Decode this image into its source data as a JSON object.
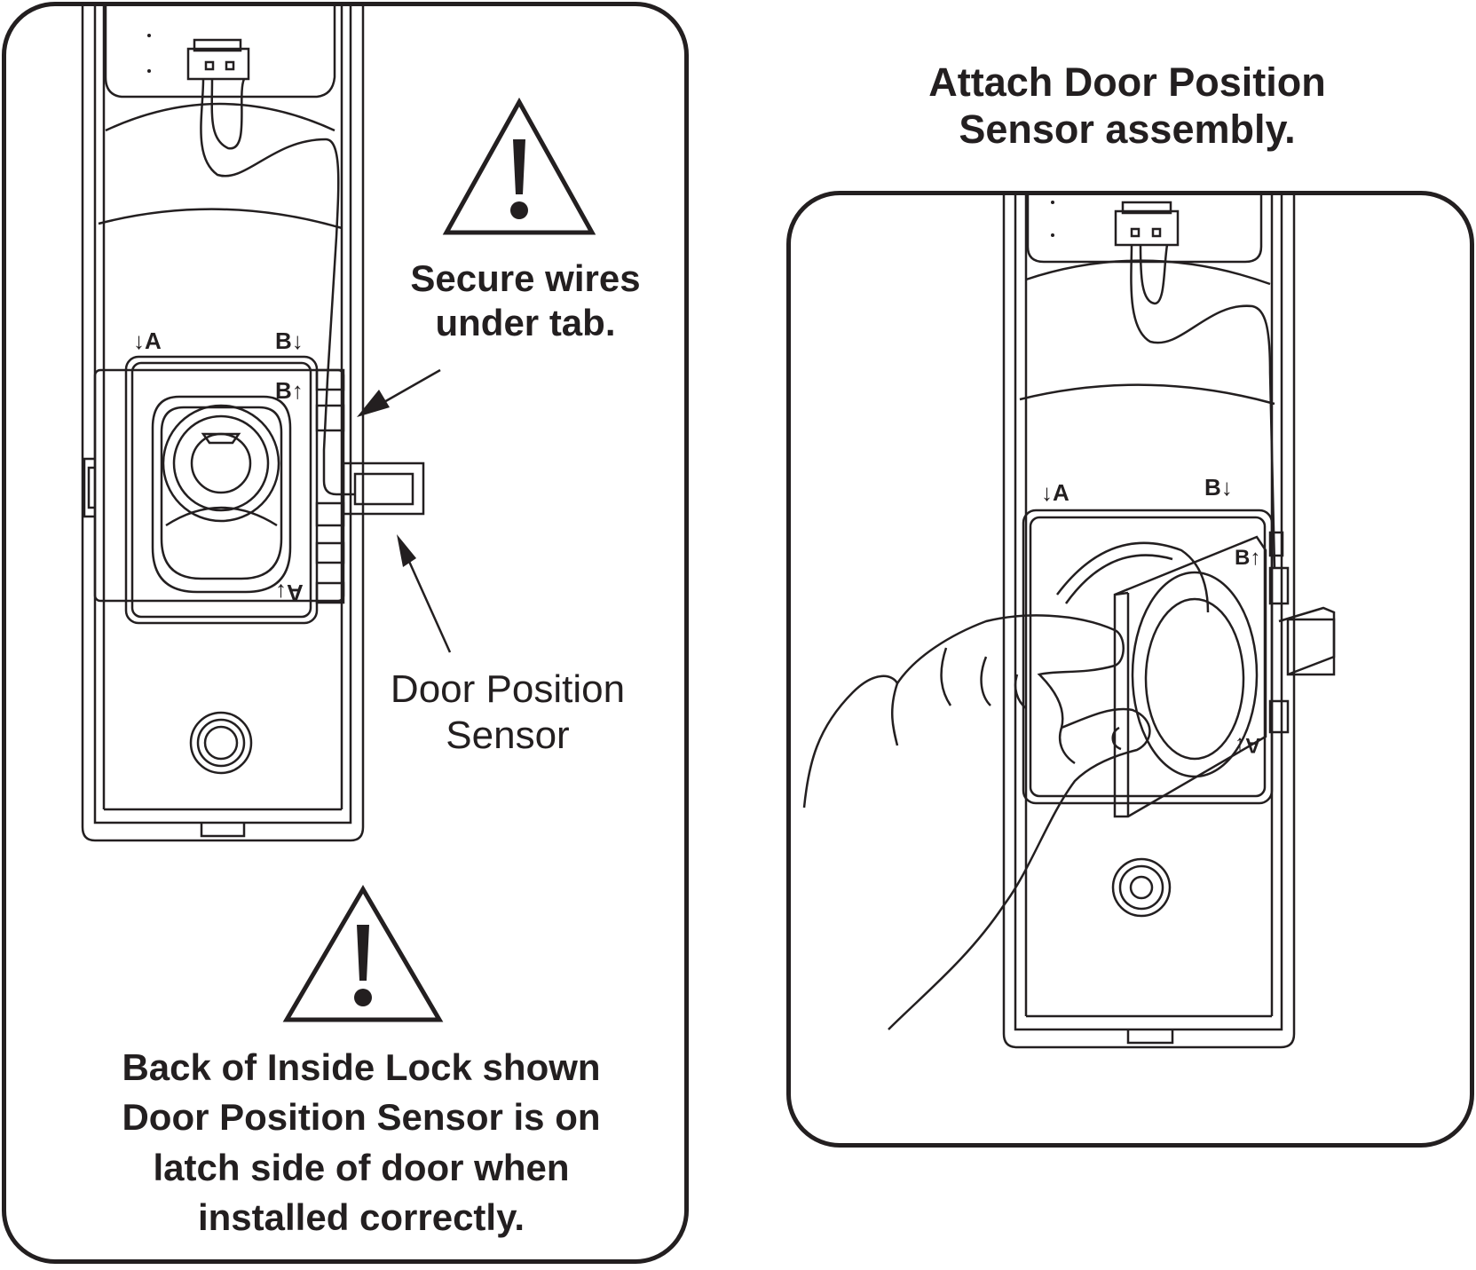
{
  "left_panel": {
    "warning_top": {
      "line1": "Secure wires",
      "line2": "under tab."
    },
    "callout_label": {
      "line1": "Door Position",
      "line2": "Sensor"
    },
    "warning_bottom": {
      "line1": "Back of Inside Lock shown",
      "line2": "Door Position Sensor is on",
      "line3": "latch side of door when",
      "line4": "installed correctly."
    },
    "plate_marks": {
      "top_left": "↓A",
      "top_right": "B↓",
      "inner_top": "B↑",
      "inner_bottom": "A↓"
    }
  },
  "right_panel": {
    "title": {
      "line1": "Attach Door Position",
      "line2": "Sensor assembly."
    },
    "plate_marks": {
      "top_left": "↓A",
      "top_right": "B↓",
      "inner_top": "B↑",
      "inner_bottom": "A↓"
    }
  },
  "icons": [
    "warning-triangle-icon",
    "hand-icon",
    "arrow-icon"
  ],
  "colors": {
    "ink": "#231f20",
    "background": "#ffffff"
  }
}
